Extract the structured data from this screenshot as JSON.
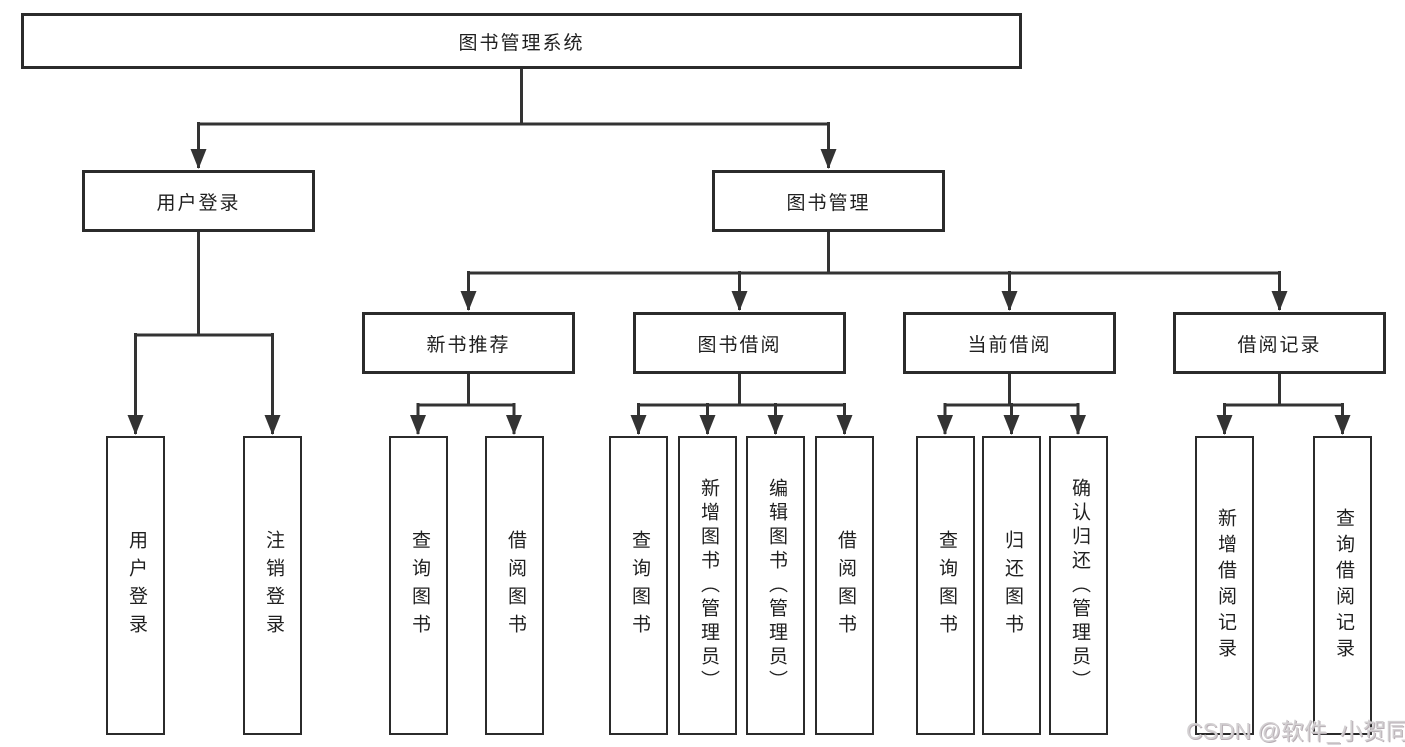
{
  "diagram": {
    "root": {
      "label": "图书管理系统"
    },
    "level2": {
      "user_login": {
        "label": "用户登录"
      },
      "book_mgmt": {
        "label": "图书管理"
      }
    },
    "level3": {
      "new_book": {
        "label": "新书推荐"
      },
      "borrow": {
        "label": "图书借阅"
      },
      "current": {
        "label": "当前借阅"
      },
      "record": {
        "label": "借阅记录"
      }
    },
    "leaves": {
      "user_login_1": {
        "label": "用户登录"
      },
      "user_login_2": {
        "label": "注销登录"
      },
      "new_book_1": {
        "label": "查询图书"
      },
      "new_book_2": {
        "label": "借阅图书"
      },
      "borrow_1": {
        "label": "查询图书"
      },
      "borrow_2": {
        "label": "新增图书（管理员）"
      },
      "borrow_3": {
        "label": "编辑图书（管理员）"
      },
      "borrow_4": {
        "label": "借阅图书"
      },
      "current_1": {
        "label": "查询图书"
      },
      "current_2": {
        "label": "归还图书"
      },
      "current_3": {
        "label": "确认归还（管理员）"
      },
      "record_1": {
        "label": "新增借阅记录"
      },
      "record_2": {
        "label": "查询借阅记录"
      }
    }
  },
  "watermark": {
    "text": "CSDN @软件_小贺同学"
  },
  "colors": {
    "line": "#333333",
    "border": "#2b2b2b",
    "text": "#1f1f1f",
    "watermark": "#d3d0d2",
    "background": "#ffffff"
  }
}
